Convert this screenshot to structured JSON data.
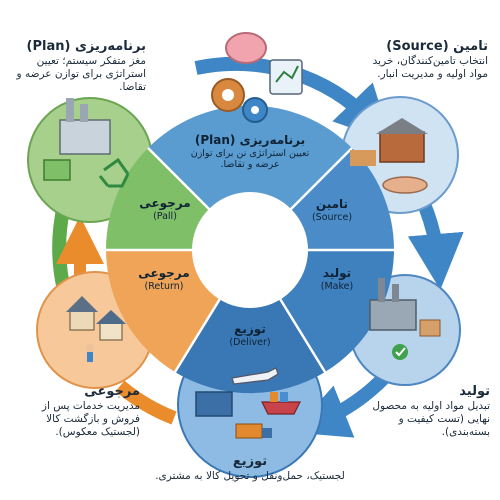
{
  "plan": {
    "title": "برنامه‌ریزی (Plan)",
    "desc": "مغز متفکر سیستم؛ تعیین استراتژی برای توازن عرضه و تقاضا.",
    "ring_title": "برنامه‌ریزی (Plan)",
    "ring_desc": "تعیین استراتژی نن برای توازن عرضه و تقاضا."
  },
  "source": {
    "title": "تامین (Source)",
    "desc": "انتخاب تامین‌کنندگان، خرید مواد اولیه و مدیریت انبار.",
    "ring_title": "تامین",
    "ring_sub": "(Source)"
  },
  "make": {
    "title": "تولید",
    "desc": "تبدیل مواد اولیه به محصول نهایی (تست کیفیت و بسته‌بندی).",
    "ring_title": "تولید",
    "ring_sub": "(Make)"
  },
  "deliver": {
    "title": "توزیع",
    "desc": "لجستیک، حمل‌ونقل و تحویل کالا به مشتری.",
    "ring_title": "توزیع",
    "ring_sub": "(Deliver)"
  },
  "return": {
    "title": "مرجوعی",
    "desc": "مدیریت خدمات پس از فروش و بازگشت کالا (لجستیک معکوس).",
    "ring_title": "مرجوعی",
    "ring_sub": "(Return)"
  },
  "pall": {
    "ring_title": "مرجوعی",
    "ring_sub": "(Pall)"
  },
  "colors": {
    "plan": "#a8d08d",
    "source": "#9ec5e3",
    "make": "#5a8fc3",
    "deliver": "#3a78b5",
    "return": "#f2a65a",
    "ring": "#5a9bd0",
    "arrow_blue": "#3f86c6",
    "arrow_green": "#5daa4b",
    "arrow_orange": "#ea8b2c"
  }
}
